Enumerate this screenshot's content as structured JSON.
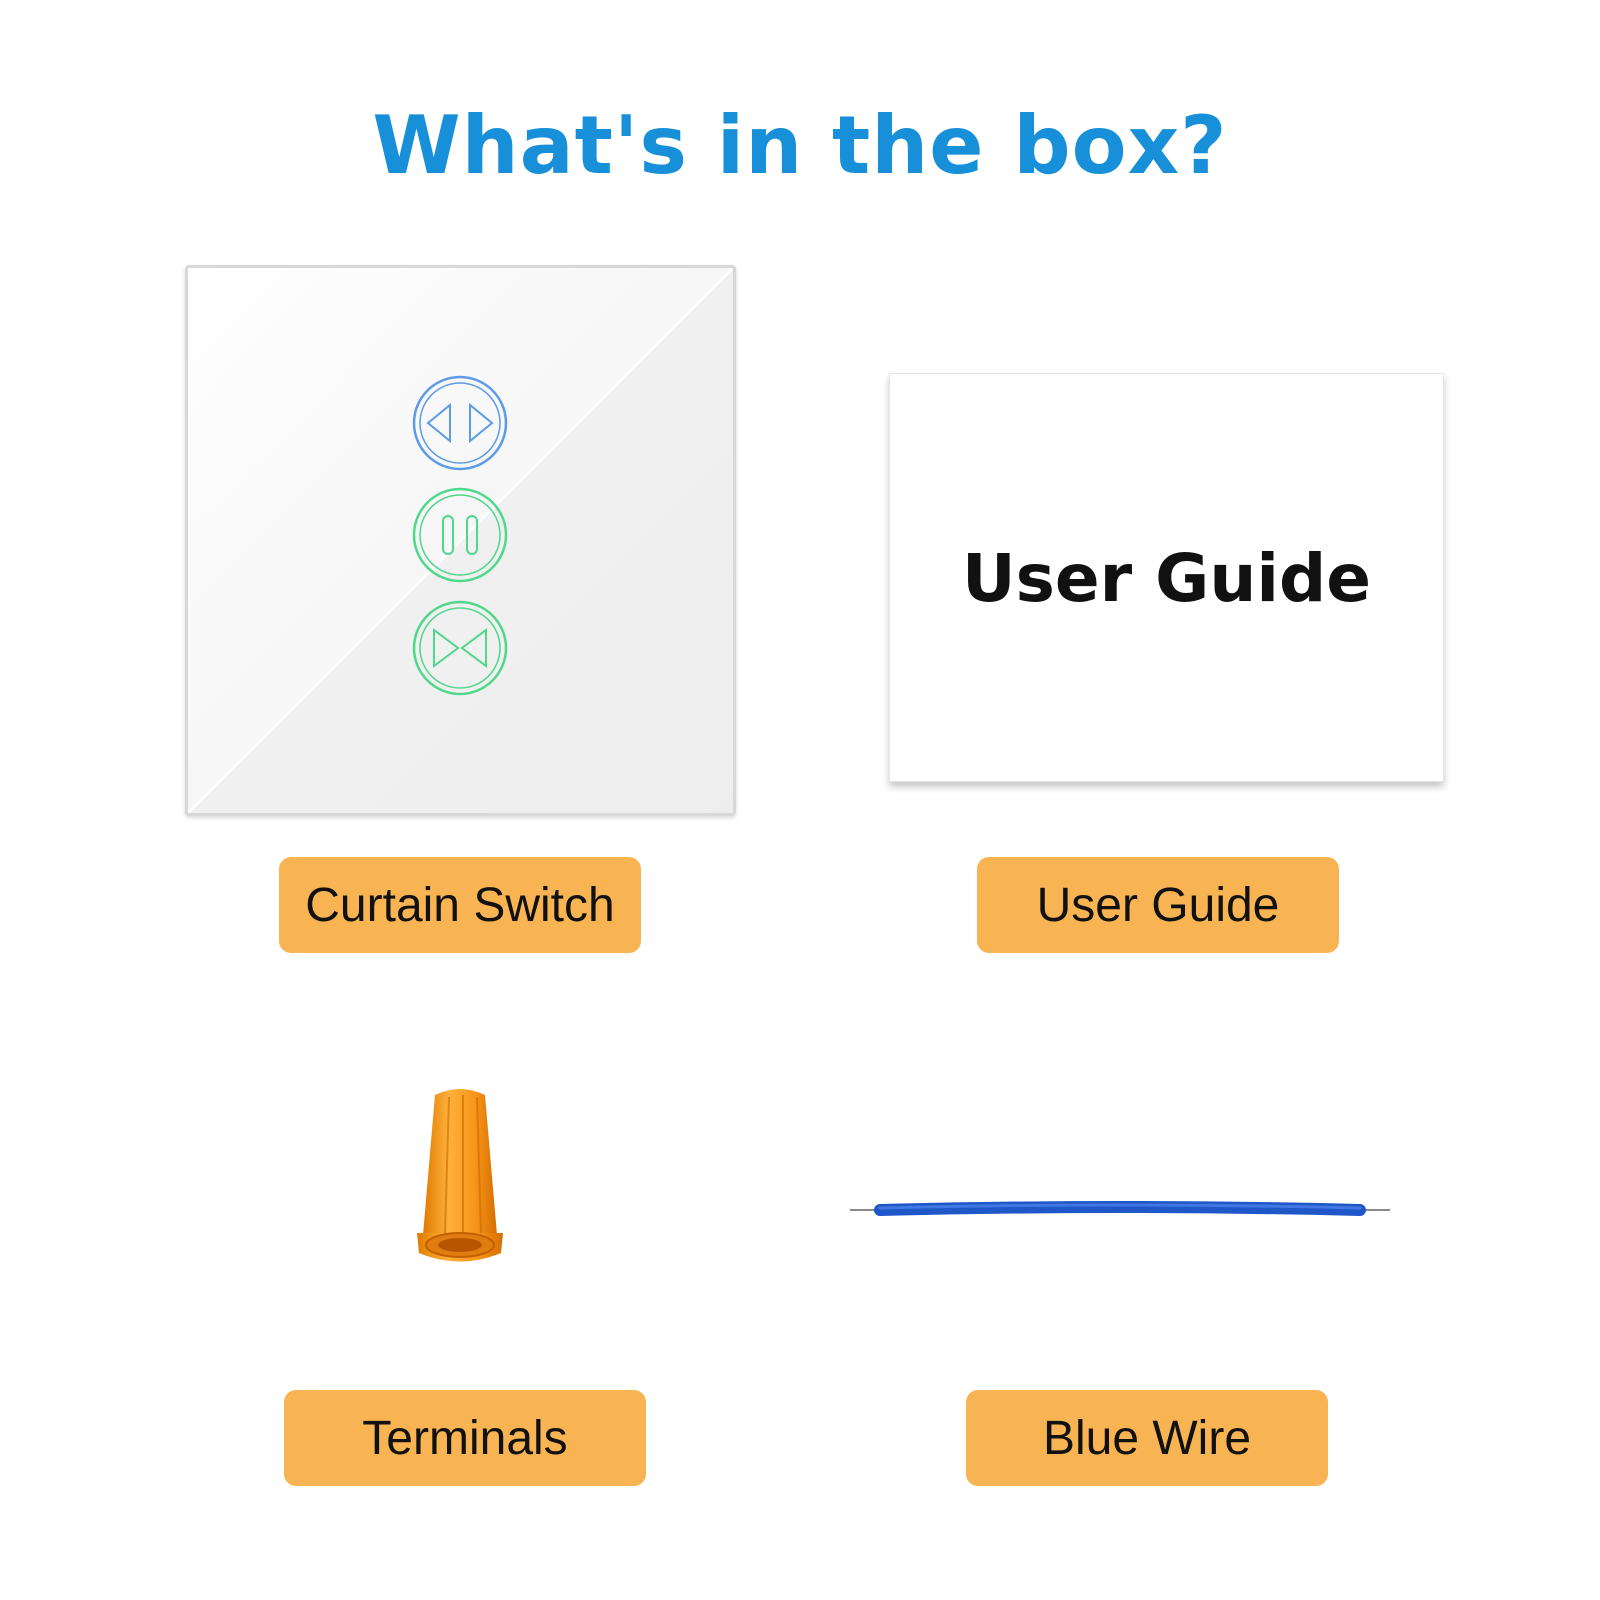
{
  "title": "What's in the box?",
  "items": [
    {
      "label": "Curtain Switch",
      "icon": "curtain-switch-panel"
    },
    {
      "label": "User Guide",
      "icon": "user-guide-booklet",
      "cover_text": "User Guide"
    },
    {
      "label": "Terminals",
      "icon": "wire-nut-terminal"
    },
    {
      "label": "Blue Wire",
      "icon": "blue-wire"
    }
  ],
  "colors": {
    "title": "#1790d9",
    "label_bg": "#f8b452",
    "open_button": "#5b9be8",
    "pause_button": "#4ed88a",
    "close_button": "#4ed88a",
    "terminal": "#f49a1e",
    "wire": "#1f57c8"
  }
}
